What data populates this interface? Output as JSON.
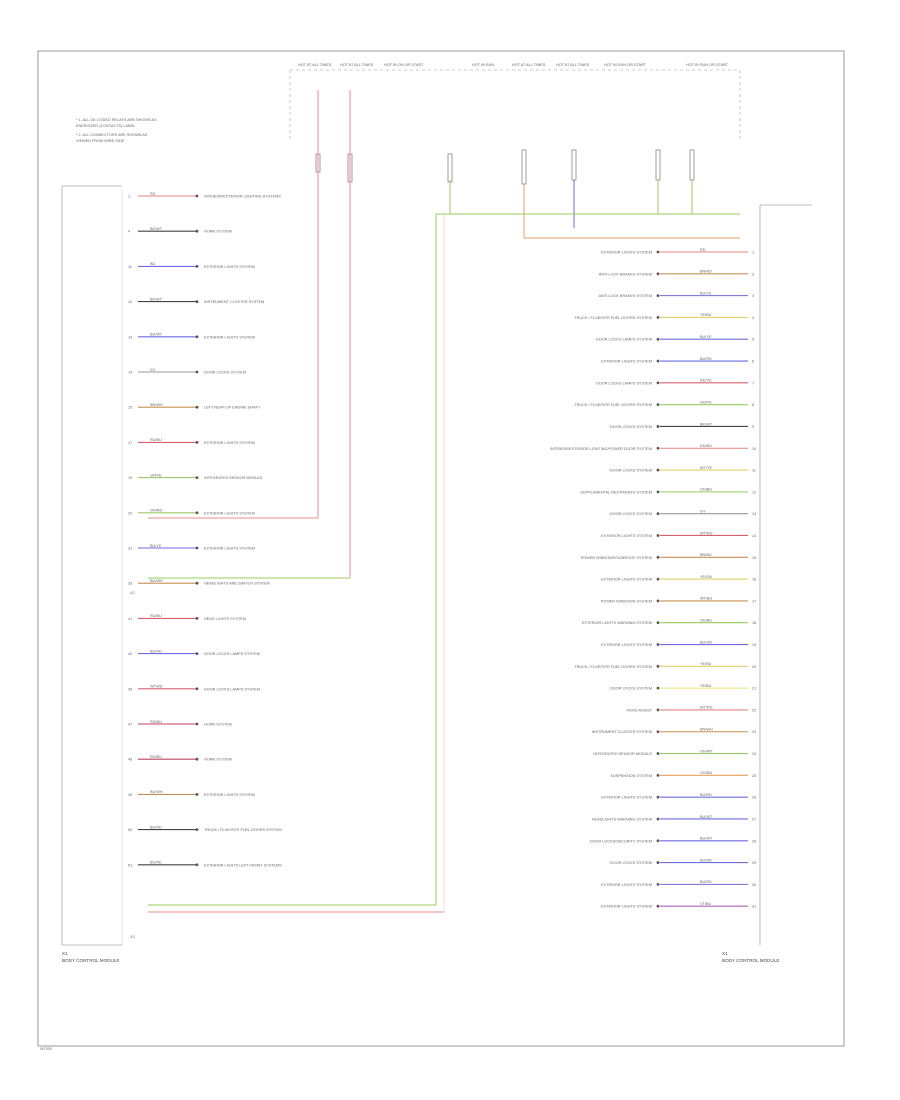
{
  "notes": [
    "* 1. ALL OE-CODED RELAYS ARE SHOWN AS",
    "  ENERGIZED (CONTACTS) LABEL",
    "* 2. ALL CONNECTORS ARE SHOWN AS",
    "  VIEWED FROM WIRE SIDE"
  ],
  "top_labels": [
    "HOT AT ALL TIMES",
    "HOT AT ALL TIMES",
    "HOT IN ON OR START",
    "HOT IN RUN",
    "HOT AT ALL TIMES",
    "HOT AT ALL TIMES",
    "HOT IN RUN OR START",
    "HOT IN RUN OR START"
  ],
  "left_module": {
    "name": "BODY CONTROL MODULE",
    "code": "X1",
    "connector_x2": "X2",
    "connector_x3": "X3",
    "rows": [
      {
        "pin": "1",
        "color": "RD",
        "wire": "#e88080",
        "label": "INTERIOR/EXTERIOR LIGHTING SYSTEMS"
      },
      {
        "pin": "4",
        "color": "BK/WT",
        "wire": "#444444",
        "label": "HORN SYSTEM"
      },
      {
        "pin": "11",
        "color": "BU",
        "wire": "#6d6de0",
        "label": "EXTERIOR LIGHTS SYSTEM"
      },
      {
        "pin": "12",
        "color": "BK/WT",
        "wire": "#444444",
        "label": "INSTRUMENT CLUSTER SYSTEM"
      },
      {
        "pin": "13",
        "color": "BU/WT",
        "wire": "#6d6de0",
        "label": "EXTERIOR LIGHTS SYSTEM"
      },
      {
        "pin": "14",
        "color": "GY",
        "wire": "#9a9a9a",
        "label": "DOOR LOCKS SYSTEM"
      },
      {
        "pin": "15",
        "color": "BN/WH",
        "wire": "#c89050",
        "label": "LEFT REAR OF ENGINE SHAFT"
      },
      {
        "pin": "17",
        "color": "RD/BU",
        "wire": "#d46070",
        "label": "EXTERIOR LIGHTS SYSTEM"
      },
      {
        "pin": "19",
        "color": "GN/YE",
        "wire": "#9acc60",
        "label": "INTEGRATED SENSOR MODULE"
      },
      {
        "pin": "20",
        "color": "GN/RD",
        "wire": "#9acc60",
        "label": "EXTERIOR LIGHTS SYSTEM"
      },
      {
        "pin": "31",
        "color": "BU/YE",
        "wire": "#6d6de0",
        "label": "EXTERIOR LIGHTS SYSTEM"
      },
      {
        "pin": "33",
        "color": "BU/WH",
        "wire": "#c89050",
        "label": "HEADLIGHTS AND SWITCH SYSTEM"
      },
      {
        "pin": "41",
        "color": "RD/BU",
        "wire": "#d46070",
        "label": "HEAD LIGHTS SYSTEM"
      },
      {
        "pin": "42",
        "color": "BU/RD",
        "wire": "#6d6de0",
        "label": "DOOR LOCKS LAMPS SYSTEM"
      },
      {
        "pin": "45",
        "color": "WT/RD",
        "wire": "#d46070",
        "label": "DOOR LOCKS LAMPS SYSTEM"
      },
      {
        "pin": "47",
        "color": "RD/BU",
        "wire": "#c04060",
        "label": "HORN SYSTEM"
      },
      {
        "pin": "48",
        "color": "RD/BU",
        "wire": "#c04060",
        "label": "HORN SYSTEM"
      },
      {
        "pin": "49",
        "color": "BU/WH",
        "wire": "#c89050",
        "label": "EXTERIOR LIGHTS SYSTEM"
      },
      {
        "pin": "50",
        "color": "BU/RD",
        "wire": "#444444",
        "label": "TRUCK / FLUE/SITE FUEL DOORS SYSTEM"
      },
      {
        "pin": "51",
        "color": "BU/RD",
        "wire": "#444444",
        "label": "EXTERIOR LIGHTS LEFT FRONT SYSTEMS"
      }
    ]
  },
  "right_module": {
    "name": "BODY CONTROL MODULE",
    "code": "X1",
    "rows": [
      {
        "label": "EXTERIOR LIGHTS SYSTEM",
        "color": "RD",
        "wire": "#e88080"
      },
      {
        "label": "ANTI-LOCK BRAKES SYSTEM",
        "color": "BN/RD",
        "wire": "#c89050"
      },
      {
        "label": "ANTI-LOCK BRAKES SYSTEM",
        "color": "BU/YE",
        "wire": "#6d6de0"
      },
      {
        "label": "TRUCK / FLUE/SITE FUEL DOORS SYSTEM",
        "color": "YE/BU",
        "wire": "#e0d060"
      },
      {
        "label": "DOOR LOCKS LAMPS SYSTEM",
        "color": "BU/YE",
        "wire": "#6d6de0"
      },
      {
        "label": "EXTERIOR LIGHTS SYSTEM",
        "color": "BU/RD",
        "wire": "#6d6de0"
      },
      {
        "label": "DOOR LOCKS LAMPS SYSTEM",
        "color": "RD/YE",
        "wire": "#d46070"
      },
      {
        "label": "TRUCK / FLUE/SITE FUEL DOORS SYSTEM",
        "color": "GN/YE",
        "wire": "#9acc60"
      },
      {
        "label": "DOOR LOCKS SYSTEM",
        "color": "BK/WT",
        "wire": "#444444"
      },
      {
        "label": "INTERIOR/EXTERIOR LIGHTING/POWER DOOR SYSTEM",
        "color": "RD/BU",
        "wire": "#e88080"
      },
      {
        "label": "DOOR LOCKS SYSTEM",
        "color": "WT/YE",
        "wire": "#e0d060"
      },
      {
        "label": "SUPPLEMENTAL RESTRAINTS SYSTEM",
        "color": "GN/BU",
        "wire": "#9acc60"
      },
      {
        "label": "DOOR LOCKS SYSTEM",
        "color": "GY",
        "wire": "#9a9a9a"
      },
      {
        "label": "EXTERIOR LIGHTS SYSTEM",
        "color": "WT/RD",
        "wire": "#d46070"
      },
      {
        "label": "POWER WINDOWS/SUNROOF SYSTEM",
        "color": "BN/BU",
        "wire": "#c89050"
      },
      {
        "label": "EXTERIOR LIGHTS SYSTEM",
        "color": "YE/GN",
        "wire": "#e0d060"
      },
      {
        "label": "POWER WINDOWS SYSTEM",
        "color": "WT/BU",
        "wire": "#c89050"
      },
      {
        "label": "EXTERIOR LIGHTS WARNING SYSTEM",
        "color": "GN/BU",
        "wire": "#9acc60"
      },
      {
        "label": "EXTERIOR LIGHTS SYSTEM",
        "color": "BU/GN",
        "wire": "#6d6de0"
      },
      {
        "label": "TRUCK / FLUE/SITE FUEL DOORS SYSTEM",
        "color": "YE/BU",
        "wire": "#e0d060"
      },
      {
        "label": "DOOR LOCKS SYSTEM",
        "color": "YE/BU",
        "wire": "#f0e070"
      },
      {
        "label": "HOOD ASSIST",
        "color": "WT/RD",
        "wire": "#e88080"
      },
      {
        "label": "INSTRUMENT CLUSTER SYSTEM",
        "color": "BN/WH",
        "wire": "#c89050"
      },
      {
        "label": "INTEGRATED SENSOR MODULE",
        "color": "GN/WT",
        "wire": "#9acc60"
      },
      {
        "label": "SUSPENSION SYSTEM",
        "color": "OG/BU",
        "wire": "#e8a060"
      },
      {
        "label": "EXTERIOR LIGHTS SYSTEM",
        "color": "BU/RD",
        "wire": "#6d6de0"
      },
      {
        "label": "HEADLIGHTS WARNING SYSTEM",
        "color": "BU/WT",
        "wire": "#6d6de0"
      },
      {
        "label": "DOOR LOCKS/SECURITY SYSTEM",
        "color": "BU/WT",
        "wire": "#6d6de0"
      },
      {
        "label": "DOOR LOCKS SYSTEM",
        "color": "BU/RD",
        "wire": "#6d6de0"
      },
      {
        "label": "EXTERIOR LIGHTS SYSTEM",
        "color": "BU/RD",
        "wire": "#6d6de0"
      },
      {
        "label": "EXTERIOR LIGHTS SYSTEM",
        "color": "VT/BU",
        "wire": "#b060c0"
      }
    ]
  },
  "footer_code": "W7000"
}
